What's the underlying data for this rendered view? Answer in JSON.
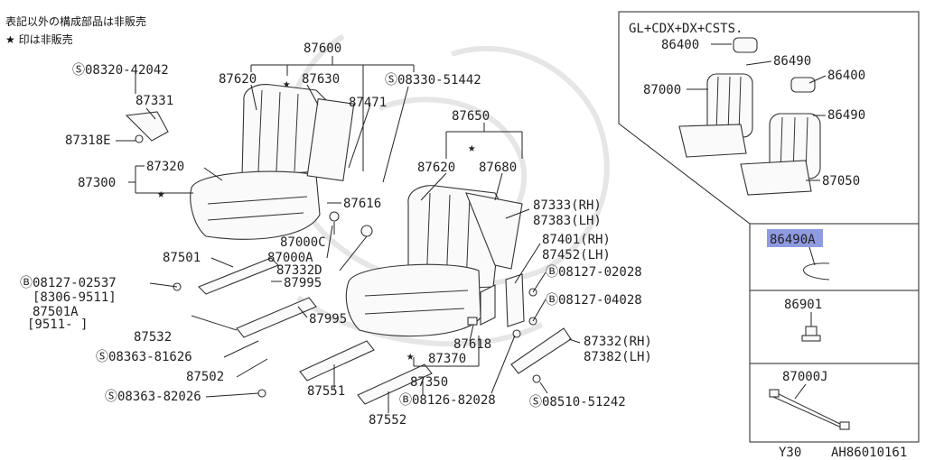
{
  "notes": {
    "line1": "表記以外の構成部品は非販売",
    "line2": "★ 印は非販売"
  },
  "inset_top": {
    "title": "GL+CDX+DX+CSTS.",
    "labels": [
      "86400",
      "86490",
      "86400",
      "87000",
      "86490",
      "87050"
    ]
  },
  "highlight_part": "86490A",
  "panel_parts": [
    "86901",
    "87000J"
  ],
  "footer": {
    "model": "Y30",
    "code": "AH86010161"
  },
  "callouts": {
    "p87600": "87600",
    "p87620a": "87620",
    "p87630": "87630",
    "s08330": "08330-51442",
    "p87471": "87471",
    "s08320": "08320-42042",
    "p87331": "87331",
    "p87318e": "87318E",
    "p87320": "87320",
    "p87300": "87300",
    "p87616": "87616",
    "p87000c": "87000C",
    "p87000a": "87000A",
    "p87332d": "87332D",
    "p87501": "87501",
    "p87995a": "87995",
    "b08127a": "08127-02537",
    "r8306": "[8306-9511]",
    "p87501a": "87501A",
    "r9511": "[9511-     ]",
    "p87995b": "87995",
    "p87532": "87532",
    "s08363a": "08363-81626",
    "p87502": "87502",
    "s08363b": "08363-82026",
    "p87551": "87551",
    "p87552": "87552",
    "p87650": "87650",
    "p87620b": "87620",
    "p87680": "87680",
    "p87333": "87333(RH)",
    "p87383": "87383(LH)",
    "p87401": "87401(RH)",
    "p87452": "87452(LH)",
    "b08127b": "08127-02028",
    "b08127c": "08127-04028",
    "p87618": "87618",
    "p87370": "87370",
    "p87350": "87350",
    "b08126": "08126-82028",
    "s08510": "08510-51242",
    "p87332rh": "87332(RH)",
    "p87382": "87382(LH)"
  }
}
